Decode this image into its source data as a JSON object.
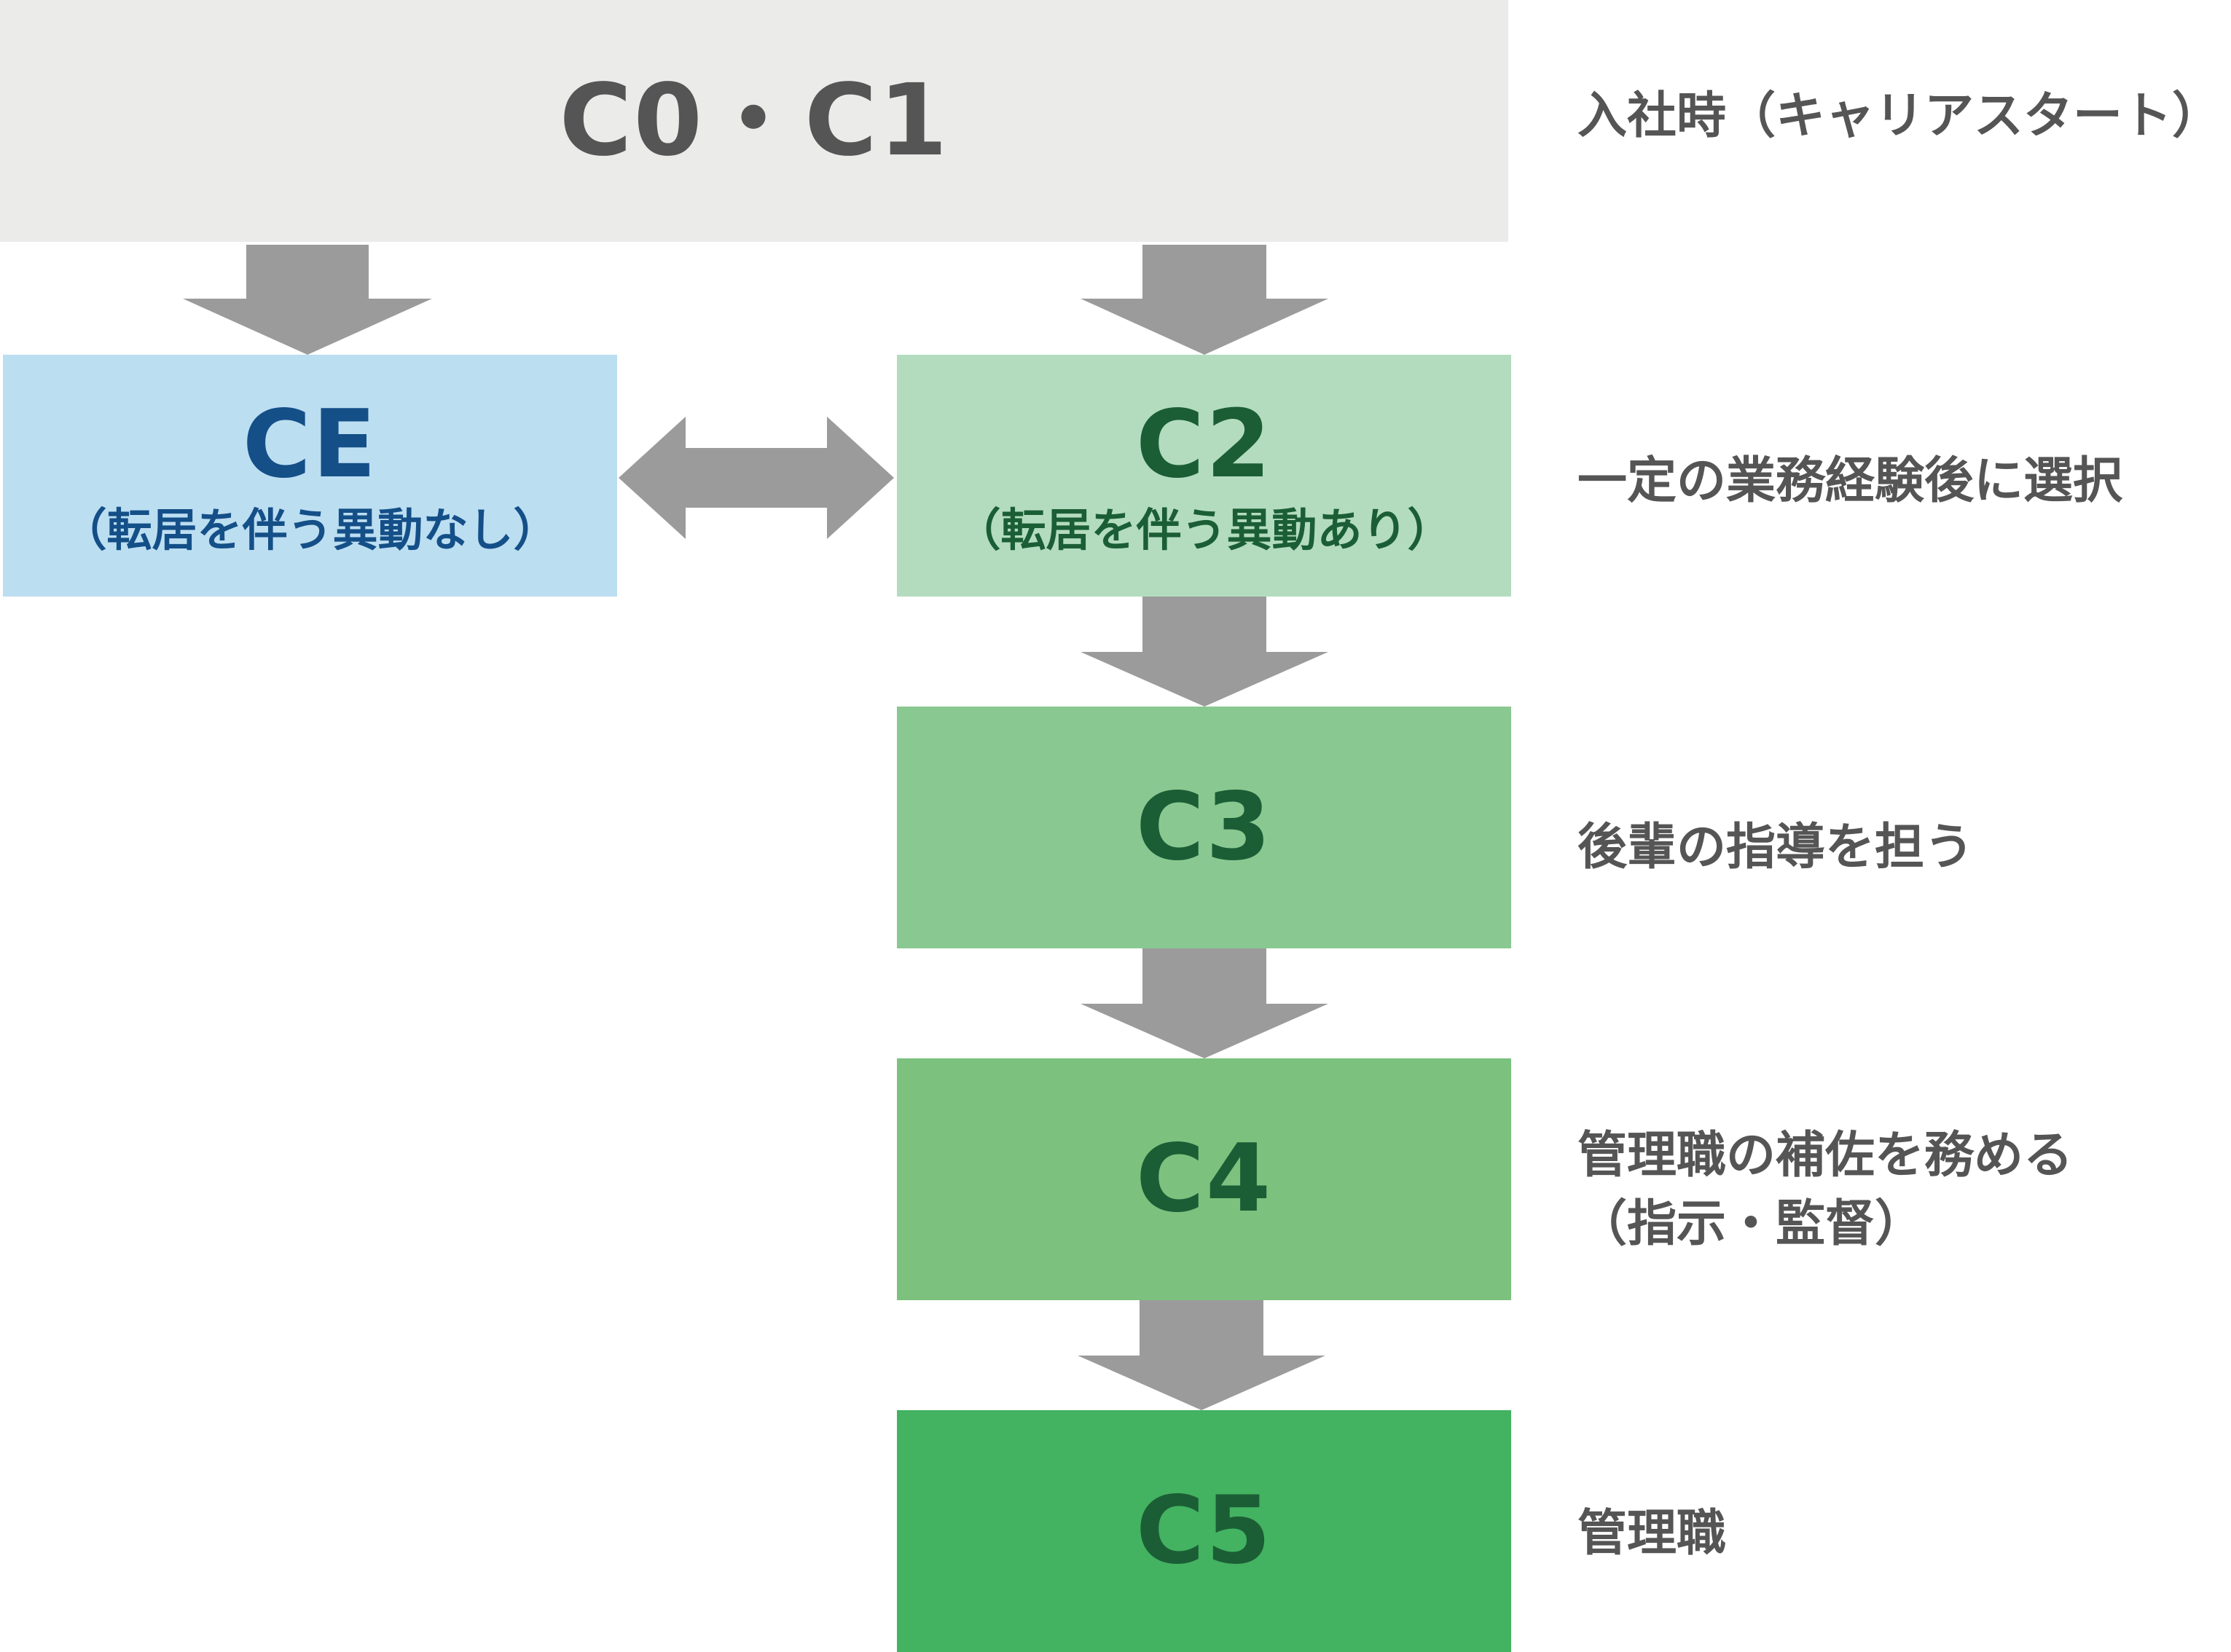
{
  "colors": {
    "top_bg": "#EBEBEA",
    "top_text": "#555555",
    "ce_bg": "#BCDEF1",
    "ce_text": "#144F88",
    "c2_bg": "#B3DCBF",
    "c3_bg": "#89C890",
    "c4_bg": "#7CC17E",
    "c5_bg": "#43B261",
    "green_text": "#1B5E35",
    "arrow": "#9B9B9B",
    "desc_text": "#555555"
  },
  "boxes": {
    "top": {
      "label": "C0・C1"
    },
    "ce": {
      "label": "CE",
      "sub": "（転居を伴う異動なし）"
    },
    "c2": {
      "label": "C2",
      "sub": "（転居を伴う異動あり）"
    },
    "c3": {
      "label": "C3"
    },
    "c4": {
      "label": "C4"
    },
    "c5": {
      "label": "C5"
    }
  },
  "descriptions": {
    "top": "入社時（キャリアスタート）",
    "c2": "一定の業務経験後に選択",
    "c3": "後輩の指導を担う",
    "c4_line1": "管理職の補佐を務める",
    "c4_line2": "（指示・監督）",
    "c5": "管理職"
  },
  "icons": {
    "down_arrow": "down-arrow-icon",
    "double_arrow": "double-arrow-icon"
  }
}
